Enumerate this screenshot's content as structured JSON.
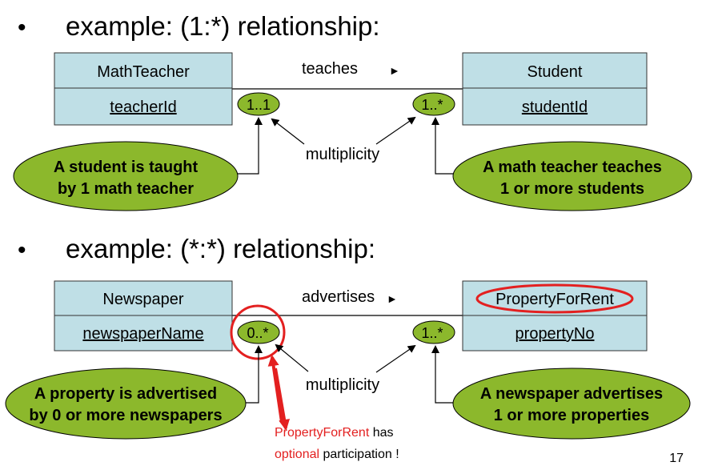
{
  "bullets": [
    {
      "bullet": "•",
      "text": "example: (1:*) relationship:"
    },
    {
      "bullet": "•",
      "text": "example: (*:*) relationship:"
    }
  ],
  "diagram1": {
    "left_class": {
      "name": "MathTeacher",
      "attribute": "teacherId"
    },
    "right_class": {
      "name": "Student",
      "attribute": "studentId"
    },
    "association": {
      "label": "teaches",
      "arrow": "►"
    },
    "left_multiplicity": "1..1",
    "right_multiplicity": "1..*",
    "multiplicity_label": "multiplicity",
    "left_callout": [
      "A student is taught",
      "by 1 math teacher"
    ],
    "right_callout": [
      "A math teacher teaches",
      "1 or more students"
    ]
  },
  "diagram2": {
    "left_class": {
      "name": "Newspaper",
      "attribute": "newspaperName"
    },
    "right_class": {
      "name": "PropertyForRent",
      "attribute": "propertyNo"
    },
    "association": {
      "label": "advertises",
      "arrow": "►"
    },
    "left_multiplicity": "0..*",
    "right_multiplicity": "1..*",
    "multiplicity_label": "multiplicity",
    "left_callout": [
      "A property is advertised",
      "by 0 or more newspapers"
    ],
    "right_callout": [
      "A newspaper advertises",
      "1 or more properties"
    ],
    "note": {
      "line1_red": "PropertyForRent",
      "line1_black": " has",
      "line2_red": "optional",
      "line2_black": " participation !"
    }
  },
  "page_number": "17",
  "colors": {
    "class_box": "#bfdfe6",
    "ellipse": "#8cb82c",
    "highlight": "#e32020",
    "text": "#000000"
  }
}
